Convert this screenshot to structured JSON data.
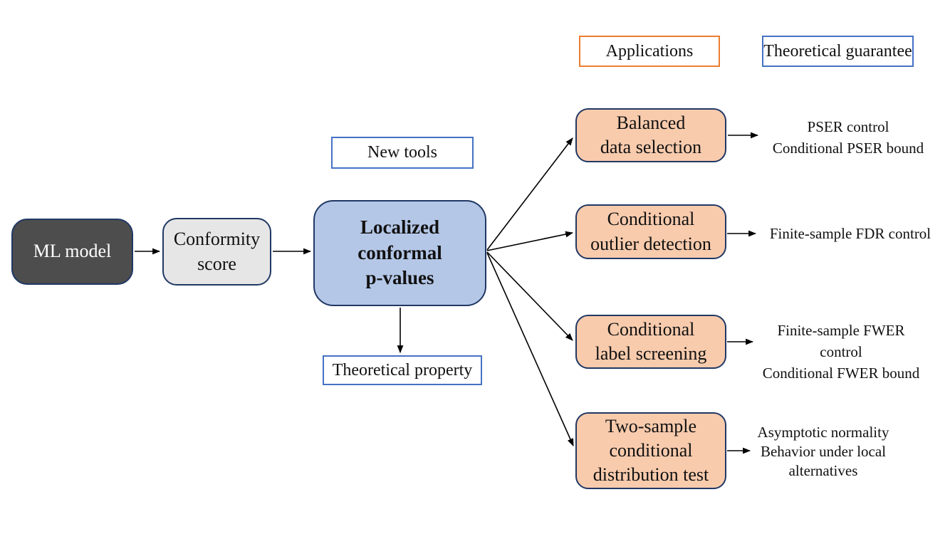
{
  "labels": {
    "new_tools": "New tools",
    "applications": "Applications",
    "theoretical_guarantee": "Theoretical guarantee",
    "theoretical_property": "Theoretical property"
  },
  "pipeline": {
    "ml_model": "ML model",
    "conformity_score": "Conformity\nscore",
    "localized_conformal_pvalues": "Localized\nconformal\np-values"
  },
  "applications": [
    {
      "label": "Balanced\ndata selection",
      "guarantee": "PSER control\nConditional PSER bound"
    },
    {
      "label": "Conditional\noutlier detection",
      "guarantee": "Finite-sample FDR control"
    },
    {
      "label": "Conditional\nlabel screening",
      "guarantee": "Finite-sample FWER control\nConditional FWER bound"
    },
    {
      "label": "Two-sample\nconditional\ndistribution test",
      "guarantee": "Asymptotic normality\nBehavior under local\nalternatives"
    }
  ],
  "colors": {
    "ml_model_fill": "#4d4d4d",
    "conformity_fill": "#e7e6e6",
    "new_tool_fill": "#b4c7e7",
    "application_fill": "#f8cbad",
    "node_border": "#203864",
    "blue_tag_border": "#4472c4",
    "orange_tag_border": "#ed7d31",
    "arrow": "#000000"
  }
}
